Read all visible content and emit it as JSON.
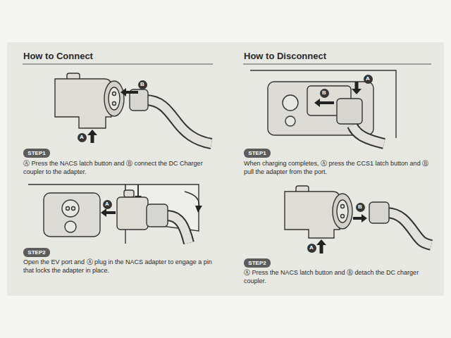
{
  "diagram": {
    "nodes": [
      {
        "text": [
          "A"
        ]
      },
      {
        "text": [
          "B"
        ]
      },
      {
        "text": [
          "STEP1"
        ]
      },
      {
        "text": [
          "A"
        ]
      },
      {
        "text": [
          "STEP2"
        ]
      },
      {
        "text": [
          "A"
        ]
      },
      {
        "text": [
          "B"
        ]
      },
      {
        "text": [
          "STEP1"
        ]
      },
      {
        "text": [
          "A"
        ]
      },
      {
        "text": [
          "B"
        ]
      },
      {
        "text": [
          "STEP2"
        ]
      }
    ],
    "labels": [
      "How to Connect",
      "Ⓐ Press the NACS latch button and Ⓑ connect the DC Charger coupler to the adapter.",
      "Open the EV port and Ⓐ plug in the NACS adapter to engage a pin that locks the adapter in place.",
      "How to Disconnect",
      "When charging completes, Ⓐ press the CCS1 latch button and Ⓑ pull the adapter from the port.",
      "Ⓐ Press the NACS latch button and Ⓑ detach the DC charger coupler."
    ]
  }
}
